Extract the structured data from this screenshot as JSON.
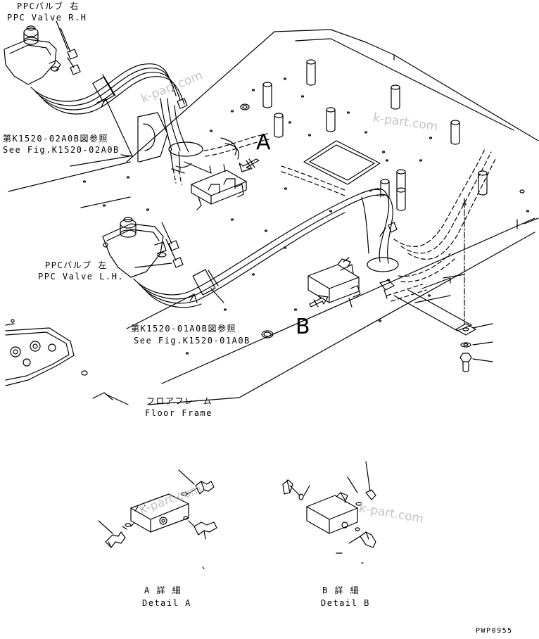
{
  "labels": {
    "ppc_valve_rh_jp": "PPCバルブ 右",
    "ppc_valve_rh_en": "PPC Valve R.H",
    "ref_02_jp": "第K1520-02A0B図参照",
    "ref_02_en": "See Fig.K1520-02A0B",
    "ppc_valve_lh_jp": "PPCバルブ 左",
    "ppc_valve_lh_en": "PPC Valve L.H.",
    "ref_01_jp": "第K1520-01A0B図参照",
    "ref_01_en": "See Fig.K1520-01A0B",
    "floor_frame_jp": "フロアフレーム",
    "floor_frame_en": "Floor Frame",
    "detail_a_jp": "A 詳 細",
    "detail_a_en": "Detail A",
    "detail_b_jp": "B 詳 細",
    "detail_b_en": "Detail B",
    "view_a": "A",
    "view_b": "B",
    "drawing_code": "PWP0955"
  },
  "watermark": "k-part.com",
  "colors": {
    "line": "#000000",
    "watermark": "#c4c4c4",
    "background": "#ffffff"
  }
}
